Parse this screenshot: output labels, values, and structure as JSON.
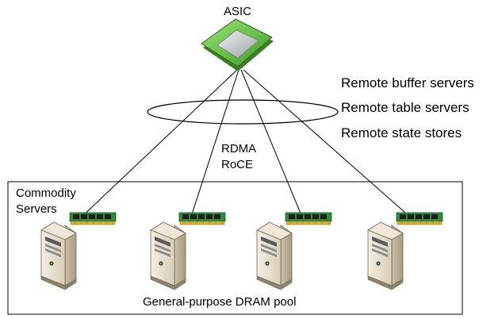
{
  "asic": {
    "label": "ASIC",
    "icon": "chip-icon"
  },
  "remote_services": [
    "Remote buffer servers",
    "Remote table servers",
    "Remote state stores"
  ],
  "protocols": [
    "RDMA",
    "RoCE"
  ],
  "group": {
    "label_line1": "Commodity",
    "label_line2": "Servers"
  },
  "pool_label": "General-purpose DRAM pool",
  "servers": [
    {
      "icon": "server-icon",
      "memory_icon": "dram-module-icon"
    },
    {
      "icon": "server-icon",
      "memory_icon": "dram-module-icon"
    },
    {
      "icon": "server-icon",
      "memory_icon": "dram-module-icon"
    },
    {
      "icon": "server-icon",
      "memory_icon": "dram-module-icon"
    }
  ],
  "colors": {
    "chip_green": "#6cc24a",
    "chip_core": "#c9ccd0",
    "dram_green": "#2f8a3a",
    "server_body": "#e6dfcf"
  }
}
